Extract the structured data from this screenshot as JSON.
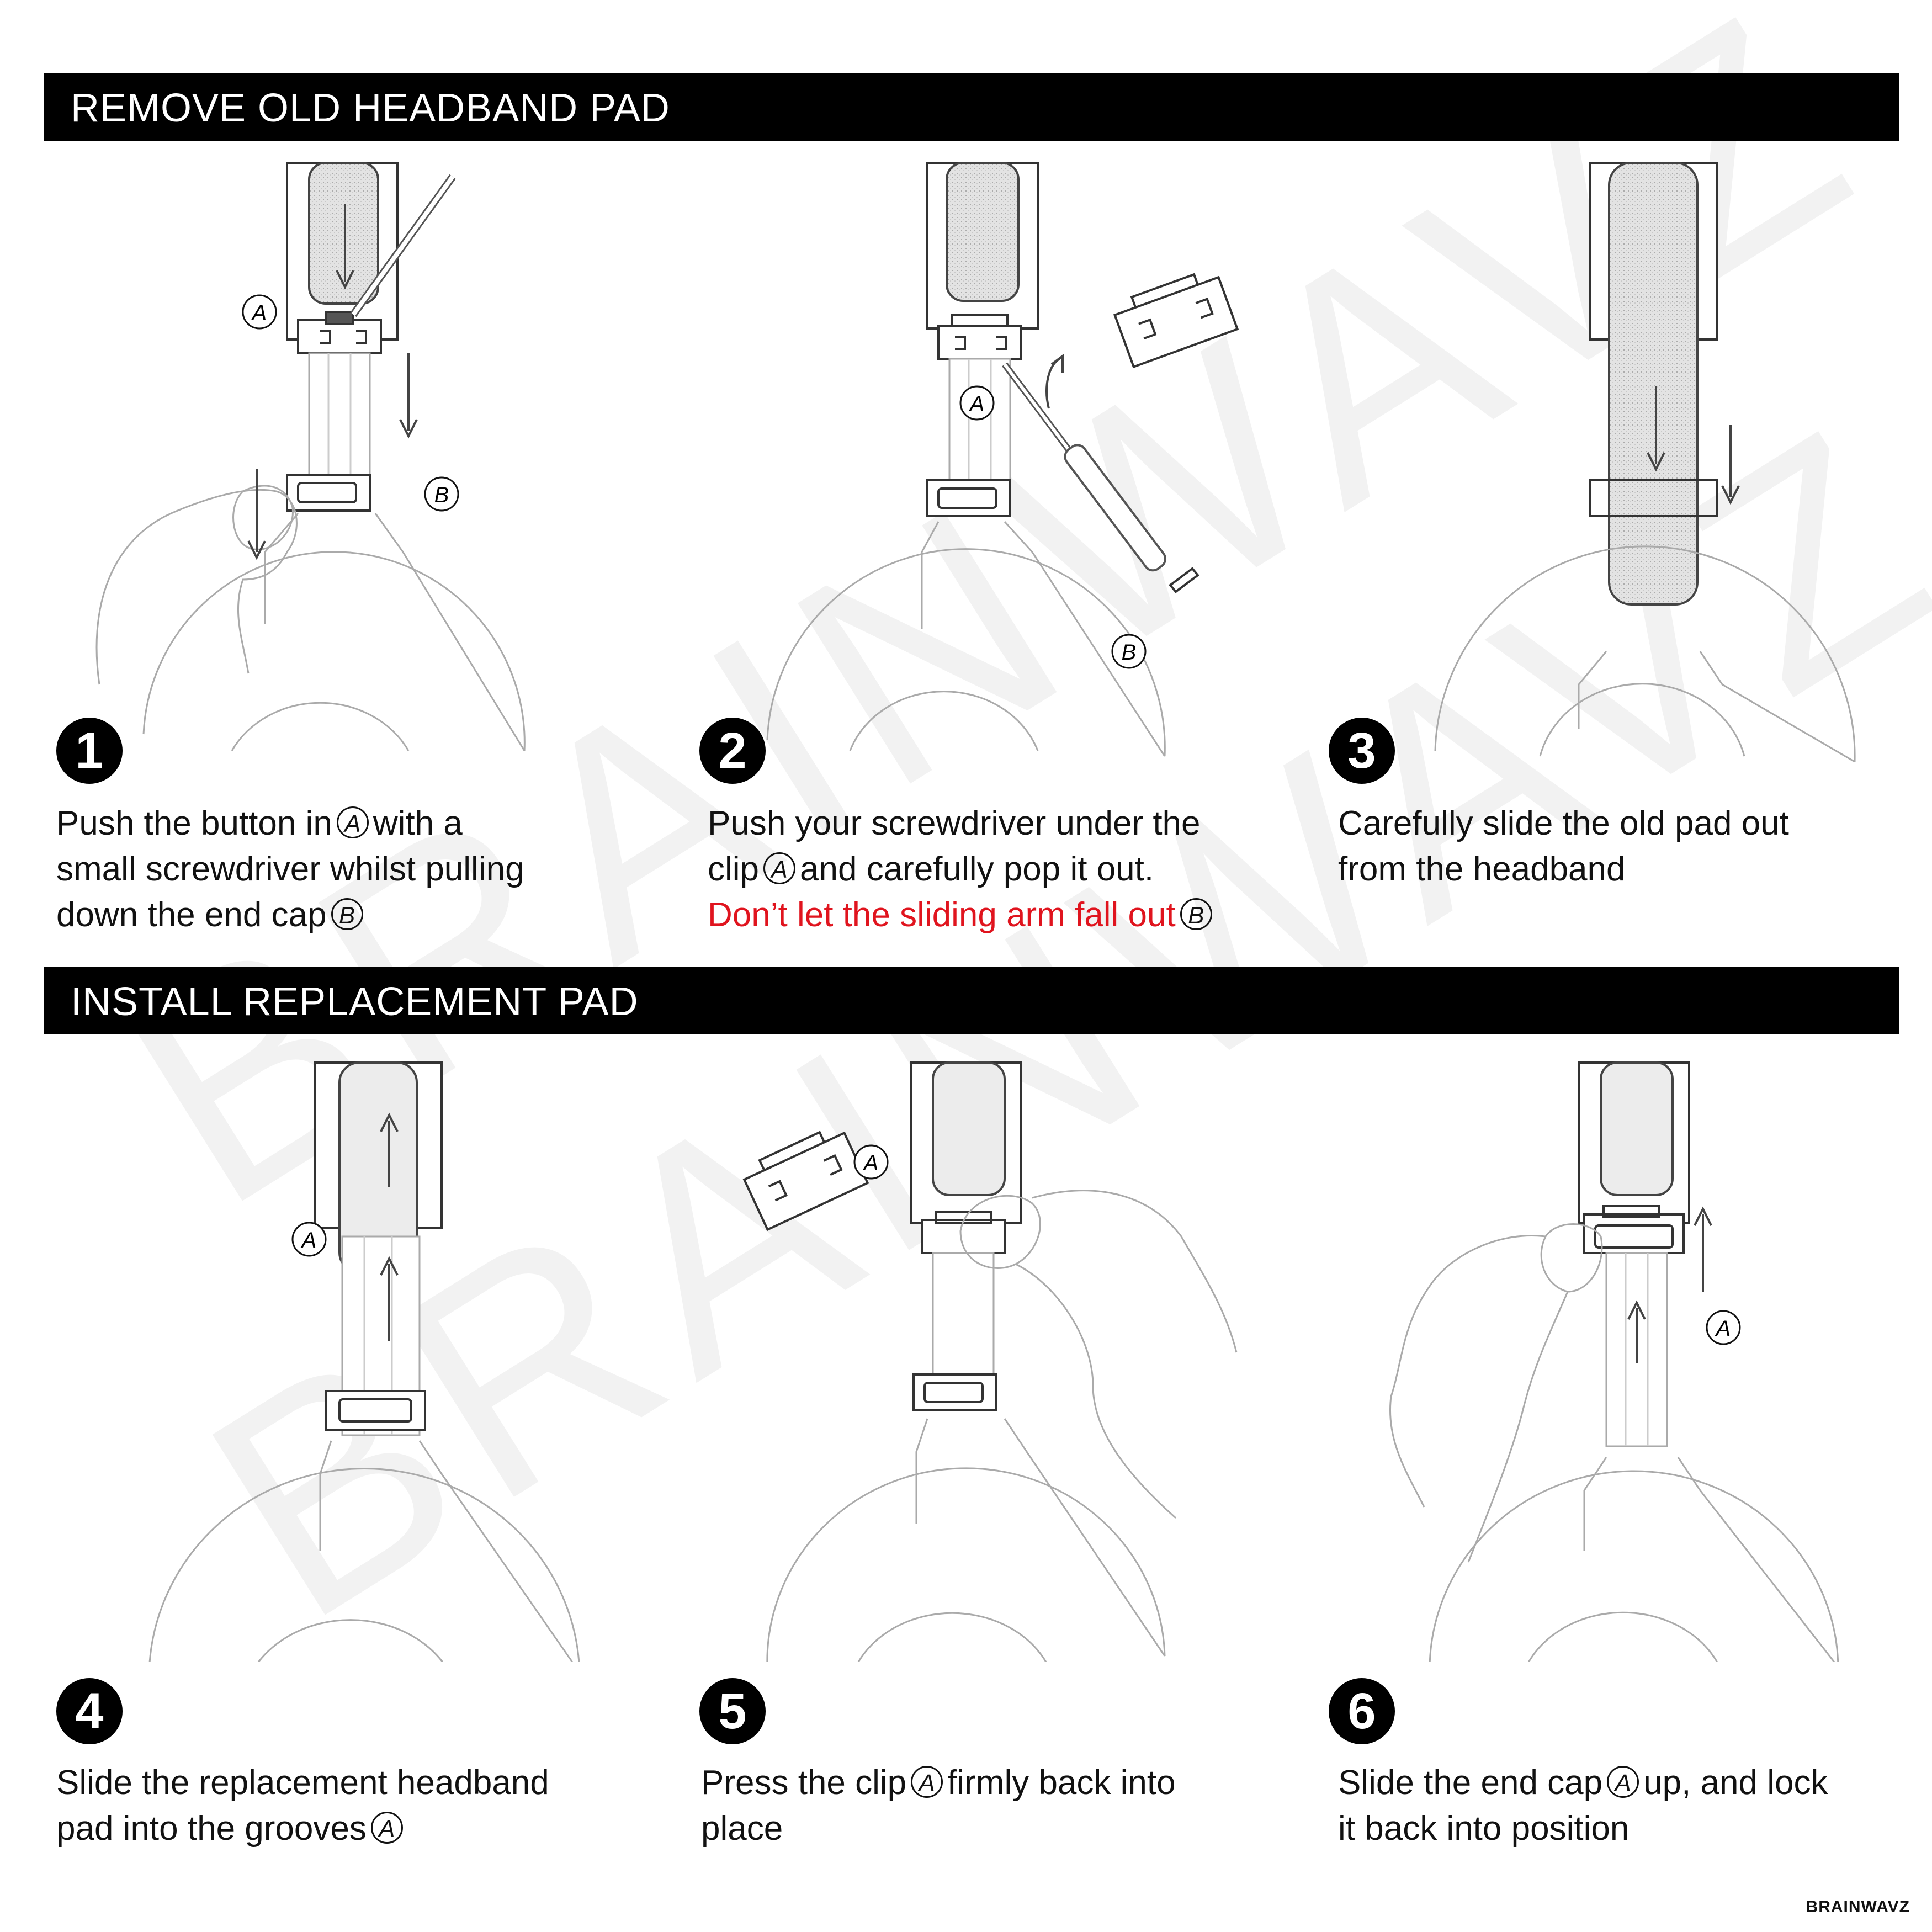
{
  "sections": {
    "remove_title": "REMOVE OLD HEADBAND PAD",
    "install_title": "INSTALL REPLACEMENT PAD"
  },
  "watermark": "BRAINWAVZ",
  "brand": "BRAINWAVZ",
  "callouts": {
    "a": "A",
    "b": "B"
  },
  "steps": [
    {
      "num": "1",
      "line1": "Push the button in",
      "line1b": "with a",
      "line2": "small screwdriver whilst pulling",
      "line3": "down the end cap"
    },
    {
      "num": "2",
      "line1": "Push your screwdriver under the",
      "line2a": "clip",
      "line2b": "and carefully pop it out.",
      "warning": "Don’t let the sliding arm fall out"
    },
    {
      "num": "3",
      "line1": "Carefully slide the old pad out",
      "line2": "from the headband"
    },
    {
      "num": "4",
      "line1": "Slide the replacement headband",
      "line2": "pad into the grooves"
    },
    {
      "num": "5",
      "line1a": "Press the clip",
      "line1b": "firmly back into",
      "line2": "place"
    },
    {
      "num": "6",
      "line1a": "Slide the end cap",
      "line1b": "up, and lock",
      "line2": "it back into position"
    }
  ],
  "colors": {
    "banner": "#000000",
    "warning": "#e0141e",
    "watermark": "#f2f2f2"
  }
}
